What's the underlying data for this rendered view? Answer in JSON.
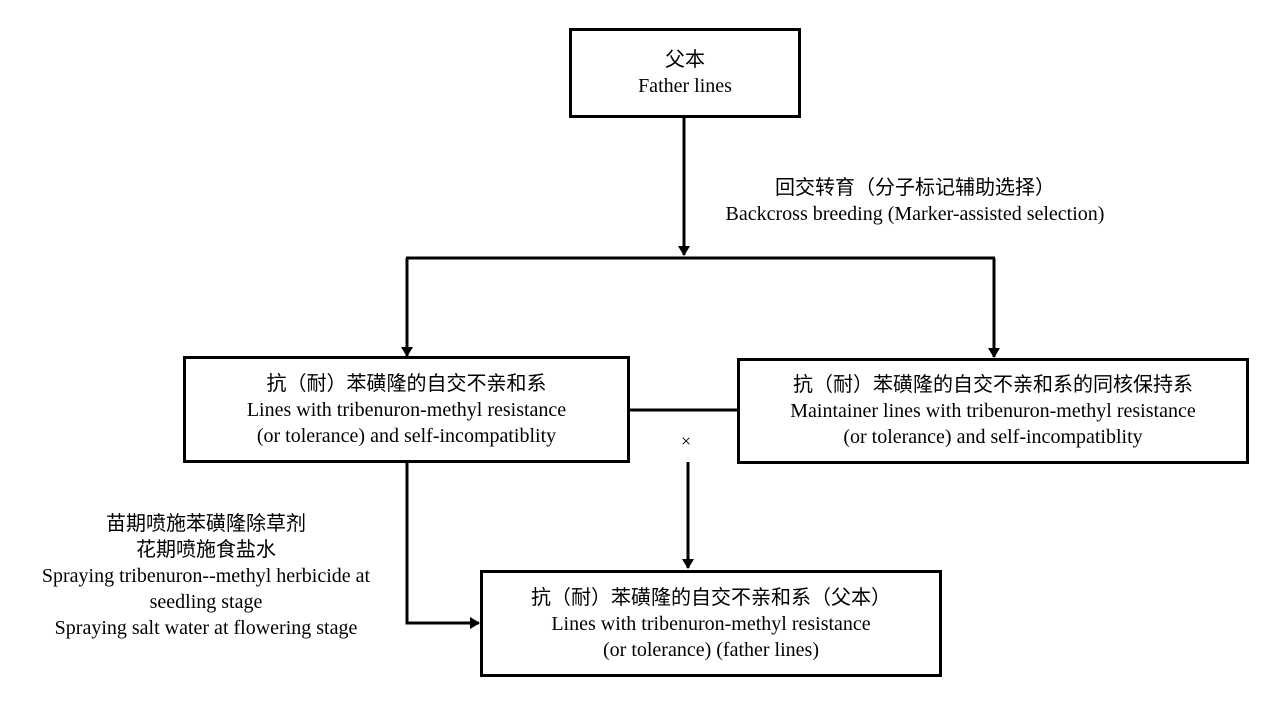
{
  "father_box": {
    "zh": "父本",
    "en": "Father lines"
  },
  "backcross_label": {
    "zh": "回交转育（分子标记辅助选择）",
    "en": "Backcross breeding (Marker-assisted selection)"
  },
  "left_box": {
    "zh": "抗（耐）苯磺隆的自交不亲和系",
    "en1": "Lines with tribenuron-methyl resistance",
    "en2": "(or tolerance) and self-incompatiblity"
  },
  "right_box": {
    "zh": "抗（耐）苯磺隆的自交不亲和系的同核保持系",
    "en1": "Maintainer lines with tribenuron-methyl resistance",
    "en2": "(or tolerance) and self-incompatiblity"
  },
  "cross_symbol": "×",
  "spray_label": {
    "zh1": "苗期喷施苯磺隆除草剂",
    "zh2": "花期喷施食盐水",
    "en1": "Spraying tribenuron--methyl herbicide at",
    "en2": "seedling stage",
    "en3": "Spraying salt water at flowering stage"
  },
  "bottom_box": {
    "zh": "抗（耐）苯磺隆的自交不亲和系（父本）",
    "en1": "Lines with tribenuron-methyl resistance",
    "en2": "(or tolerance) (father lines)"
  }
}
